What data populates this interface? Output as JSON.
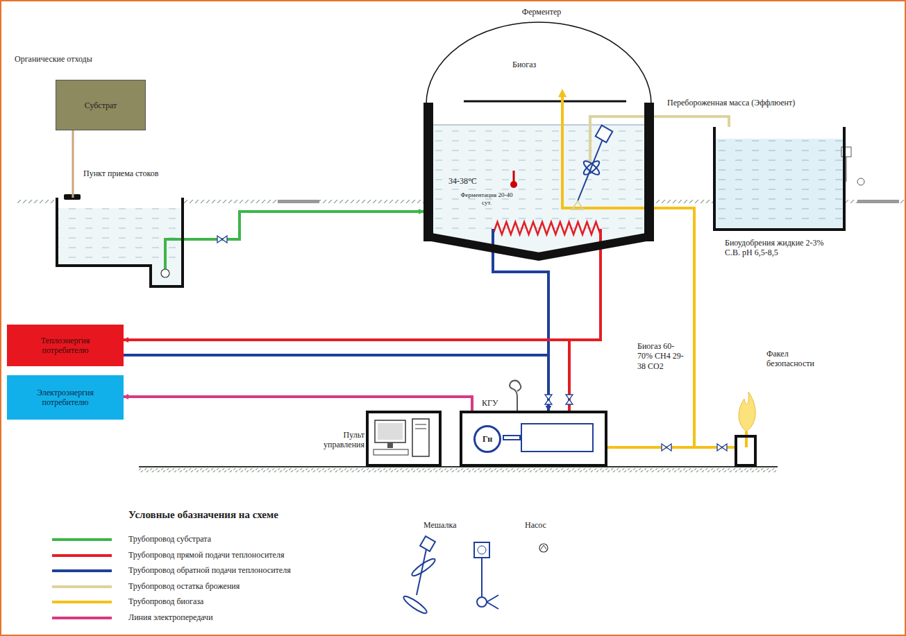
{
  "diagram": {
    "nodes": [
      {
        "text": [
          "Органические отходы",
          "Субстрат"
        ]
      },
      {
        "text": [
          "Ферментер",
          "Биогаз",
          "34-38°C",
          "Ферментация 20-40 сут."
        ]
      },
      {
        "text": [
          "Перебороженная масса (Эффлюент)",
          "Биоудобрения жидкие 2-3% С.В. pH 6,5-8,5"
        ]
      },
      {
        "text": [
          "Пункт приема стоков"
        ]
      },
      {
        "text": [
          "Теплоэнергия потребителю"
        ]
      },
      {
        "text": [
          "Электроэнергия потребителю"
        ]
      },
      {
        "text": [
          "Пульт управления"
        ]
      },
      {
        "text": [
          "КГУ"
        ]
      },
      {
        "text": [
          "Гн"
        ],
        "in": 7
      },
      {
        "text": [
          "Факел безопасности"
        ]
      }
    ],
    "edges": [
      {
        "from": 0,
        "to": 3,
        "arrow": "none"
      },
      {
        "from": 3,
        "to": 1,
        "arrow": "to"
      },
      {
        "from": 1,
        "to": 2,
        "arrow": "none"
      },
      {
        "from": 7,
        "to": 1,
        "arrow": "none"
      },
      {
        "from": 1,
        "to": 7,
        "arrow": "to"
      },
      {
        "from": 7,
        "to": 4,
        "arrow": "to"
      },
      {
        "from": 4,
        "to": 7,
        "arrow": "to"
      },
      {
        "from": 7,
        "to": 5,
        "arrow": "to"
      },
      {
        "from": 1,
        "to": 7,
        "arrow": "none"
      },
      {
        "from": 1,
        "to": 9,
        "arrow": "none"
      }
    ],
    "labels": [
      "Биогаз 60-70% CH4 29-38 CO2",
      "Условные обазначения на схеме",
      "Мешалка",
      "Насос"
    ],
    "legend": [
      {
        "text": "Трубопровод субстрата",
        "color": "#3db54a"
      },
      {
        "text": "Трубопровод прямой подачи теплоносителя",
        "color": "#e31e24"
      },
      {
        "text": "Трубопровод обратной подачи теплоносителя",
        "color": "#1f3f99"
      },
      {
        "text": "Трубопровод остатка брожения",
        "color": "#dcd39e"
      },
      {
        "text": "Трубопровод биогаза",
        "color": "#f5c018"
      },
      {
        "text": "Линия электропередачи",
        "color": "#d63a82"
      }
    ]
  }
}
